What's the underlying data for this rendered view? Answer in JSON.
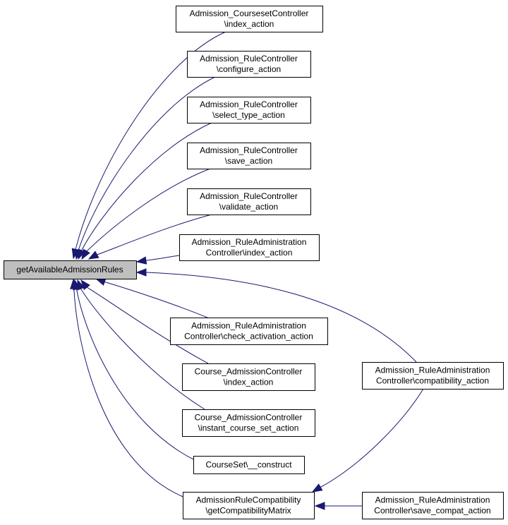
{
  "graph": {
    "focus": {
      "id": "getAvailableAdmissionRules",
      "lines": [
        "getAvailableAdmissionRules"
      ]
    },
    "callers": [
      {
        "id": "n1",
        "lines": [
          "Admission_CoursesetController",
          "\\index_action"
        ]
      },
      {
        "id": "n2",
        "lines": [
          "Admission_RuleController",
          "\\configure_action"
        ]
      },
      {
        "id": "n3",
        "lines": [
          "Admission_RuleController",
          "\\select_type_action"
        ]
      },
      {
        "id": "n4",
        "lines": [
          "Admission_RuleController",
          "\\save_action"
        ]
      },
      {
        "id": "n5",
        "lines": [
          "Admission_RuleController",
          "\\validate_action"
        ]
      },
      {
        "id": "n6",
        "lines": [
          "Admission_RuleAdministration",
          "Controller\\index_action"
        ]
      },
      {
        "id": "n7",
        "lines": [
          "Admission_RuleAdministration",
          "Controller\\check_activation_action"
        ]
      },
      {
        "id": "n8",
        "lines": [
          "Course_AdmissionController",
          "\\index_action"
        ]
      },
      {
        "id": "n9",
        "lines": [
          "Course_AdmissionController",
          "\\instant_course_set_action"
        ]
      },
      {
        "id": "n10",
        "lines": [
          "CourseSet\\__construct"
        ]
      },
      {
        "id": "n11",
        "lines": [
          "AdmissionRuleCompatibility",
          "\\getCompatibilityMatrix"
        ]
      },
      {
        "id": "n12",
        "lines": [
          "Admission_RuleAdministration",
          "Controller\\compatibility_action"
        ]
      },
      {
        "id": "n13",
        "lines": [
          "Admission_RuleAdministration",
          "Controller\\save_compat_action"
        ]
      }
    ],
    "colors": {
      "edge": "#191970",
      "focus_fill": "#bfbfbf",
      "node_fill": "#ffffff",
      "border": "#000000"
    }
  }
}
